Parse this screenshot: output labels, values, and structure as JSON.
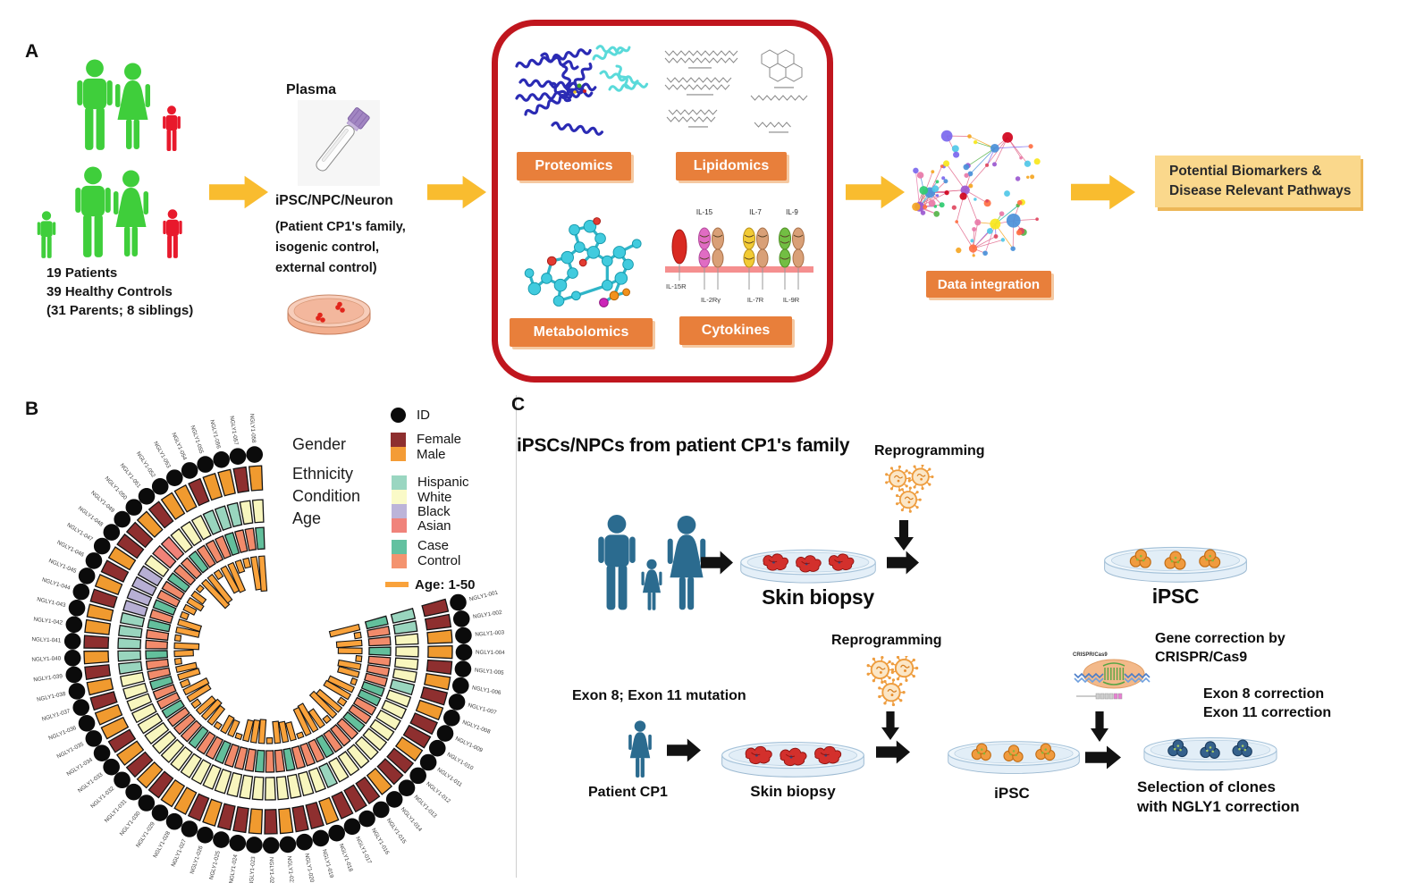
{
  "panelA": {
    "label": "A",
    "cohort_lines": [
      "19 Patients",
      "39 Healthy Controls",
      "(31 Parents; 8 siblings)"
    ],
    "plasma_label": "Plasma",
    "sample_title": "iPSC/NPC/Neuron",
    "sample_sub_lines": [
      "(Patient CP1's family,",
      "isogenic control,",
      "external control)"
    ],
    "omics_labels": [
      "Proteomics",
      "Lipidomics",
      "Metabolomics",
      "Cytokines"
    ],
    "cytokine_diagram": {
      "top_labels": [
        "IL-15",
        "IL-7",
        "IL-9"
      ],
      "bottom_labels": [
        "IL-15R",
        "IL-2Rγ",
        "IL-7R",
        "IL-9R"
      ]
    },
    "data_integration": "Data integration",
    "outcome_lines": [
      "Potential Biomarkers &",
      "Disease Relevant Pathways"
    ]
  },
  "panelB": {
    "label": "B",
    "track_labels": [
      "Gender",
      "Ethnicity",
      "Condition",
      "Age"
    ],
    "legend": {
      "id_label": "ID",
      "gender": [
        "Female",
        "Male"
      ],
      "ethnicity": [
        "Hispanic",
        "White",
        "Black",
        "Asian"
      ],
      "condition": [
        "Case",
        "Control"
      ],
      "age_label": "Age: 1-50"
    },
    "chart_data": {
      "type": "circular-annotation-circos",
      "tracks": [
        "ID",
        "Gender",
        "Ethnicity",
        "Condition",
        "Age"
      ],
      "sample_id_prefix": "NGLY1-",
      "n_samples": 58,
      "age_range": [
        1,
        50
      ],
      "gender": "FFMMFMFMFFMFFMFFFMFFMFMFFMFMMFMFMFMMFMFMFMMFMFMFFMFMMFMMFM",
      "ethnicity": "HHWWWWHWWWWWWWWWHWWWWWWWWWWWWWWWWWWWWWHHHHHBBBBWAAWWWHHHWW",
      "condition": "CTTCTTTCCTTCTTTCTTTCTTCTTTCTTCTTTCTTCTTCTTCTCTTCTTCTTTCTTC",
      "ages": [
        38,
        4,
        31,
        29,
        3,
        27,
        25,
        2,
        33,
        35,
        5,
        36,
        41,
        3,
        23,
        38,
        36,
        2,
        21,
        24,
        26,
        3,
        29,
        27,
        25,
        2,
        18,
        20,
        3,
        24,
        28,
        25,
        6,
        30,
        32,
        7,
        26,
        24,
        4,
        22,
        30,
        3,
        28,
        28,
        5,
        12,
        18,
        15,
        2,
        44,
        41,
        6,
        35,
        38,
        12,
        8,
        42,
        45
      ]
    }
  },
  "panelC": {
    "label": "C",
    "title": "iPSCs/NPCs from patient CP1's family",
    "reprogramming": "Reprogramming",
    "skin_biopsy": "Skin biopsy",
    "ipsc": "iPSC",
    "mutation": "Exon 8; Exon 11 mutation",
    "patient": "Patient CP1",
    "crispr_label": "CRISPR/Cas9",
    "gene_correction_lines": [
      "Gene correction by",
      "CRISPR/Cas9"
    ],
    "exon_correction_lines": [
      "Exon 8 correction",
      "Exon 11 correction"
    ],
    "selection_lines": [
      "Selection of clones",
      "with NGLY1 correction"
    ]
  },
  "colors": {
    "orange_box": "#E87F3B",
    "arrow_yellow": "#F9BC2F",
    "panel_border_red": "#C0161E",
    "outcome_box_bg": "#FAD88C",
    "male": "#F09A2F",
    "female": "#8E2F2F",
    "hispanic": "#99D5BE",
    "white": "#F8F6BE",
    "black": "#B7AFD4",
    "asian": "#F08278",
    "case": "#63BF9C",
    "control": "#F28B6B",
    "age_bar": "#F9A23B",
    "family_green": "#3FCE3B",
    "family_red": "#E8192C",
    "family_blue": "#2B6B8F"
  }
}
